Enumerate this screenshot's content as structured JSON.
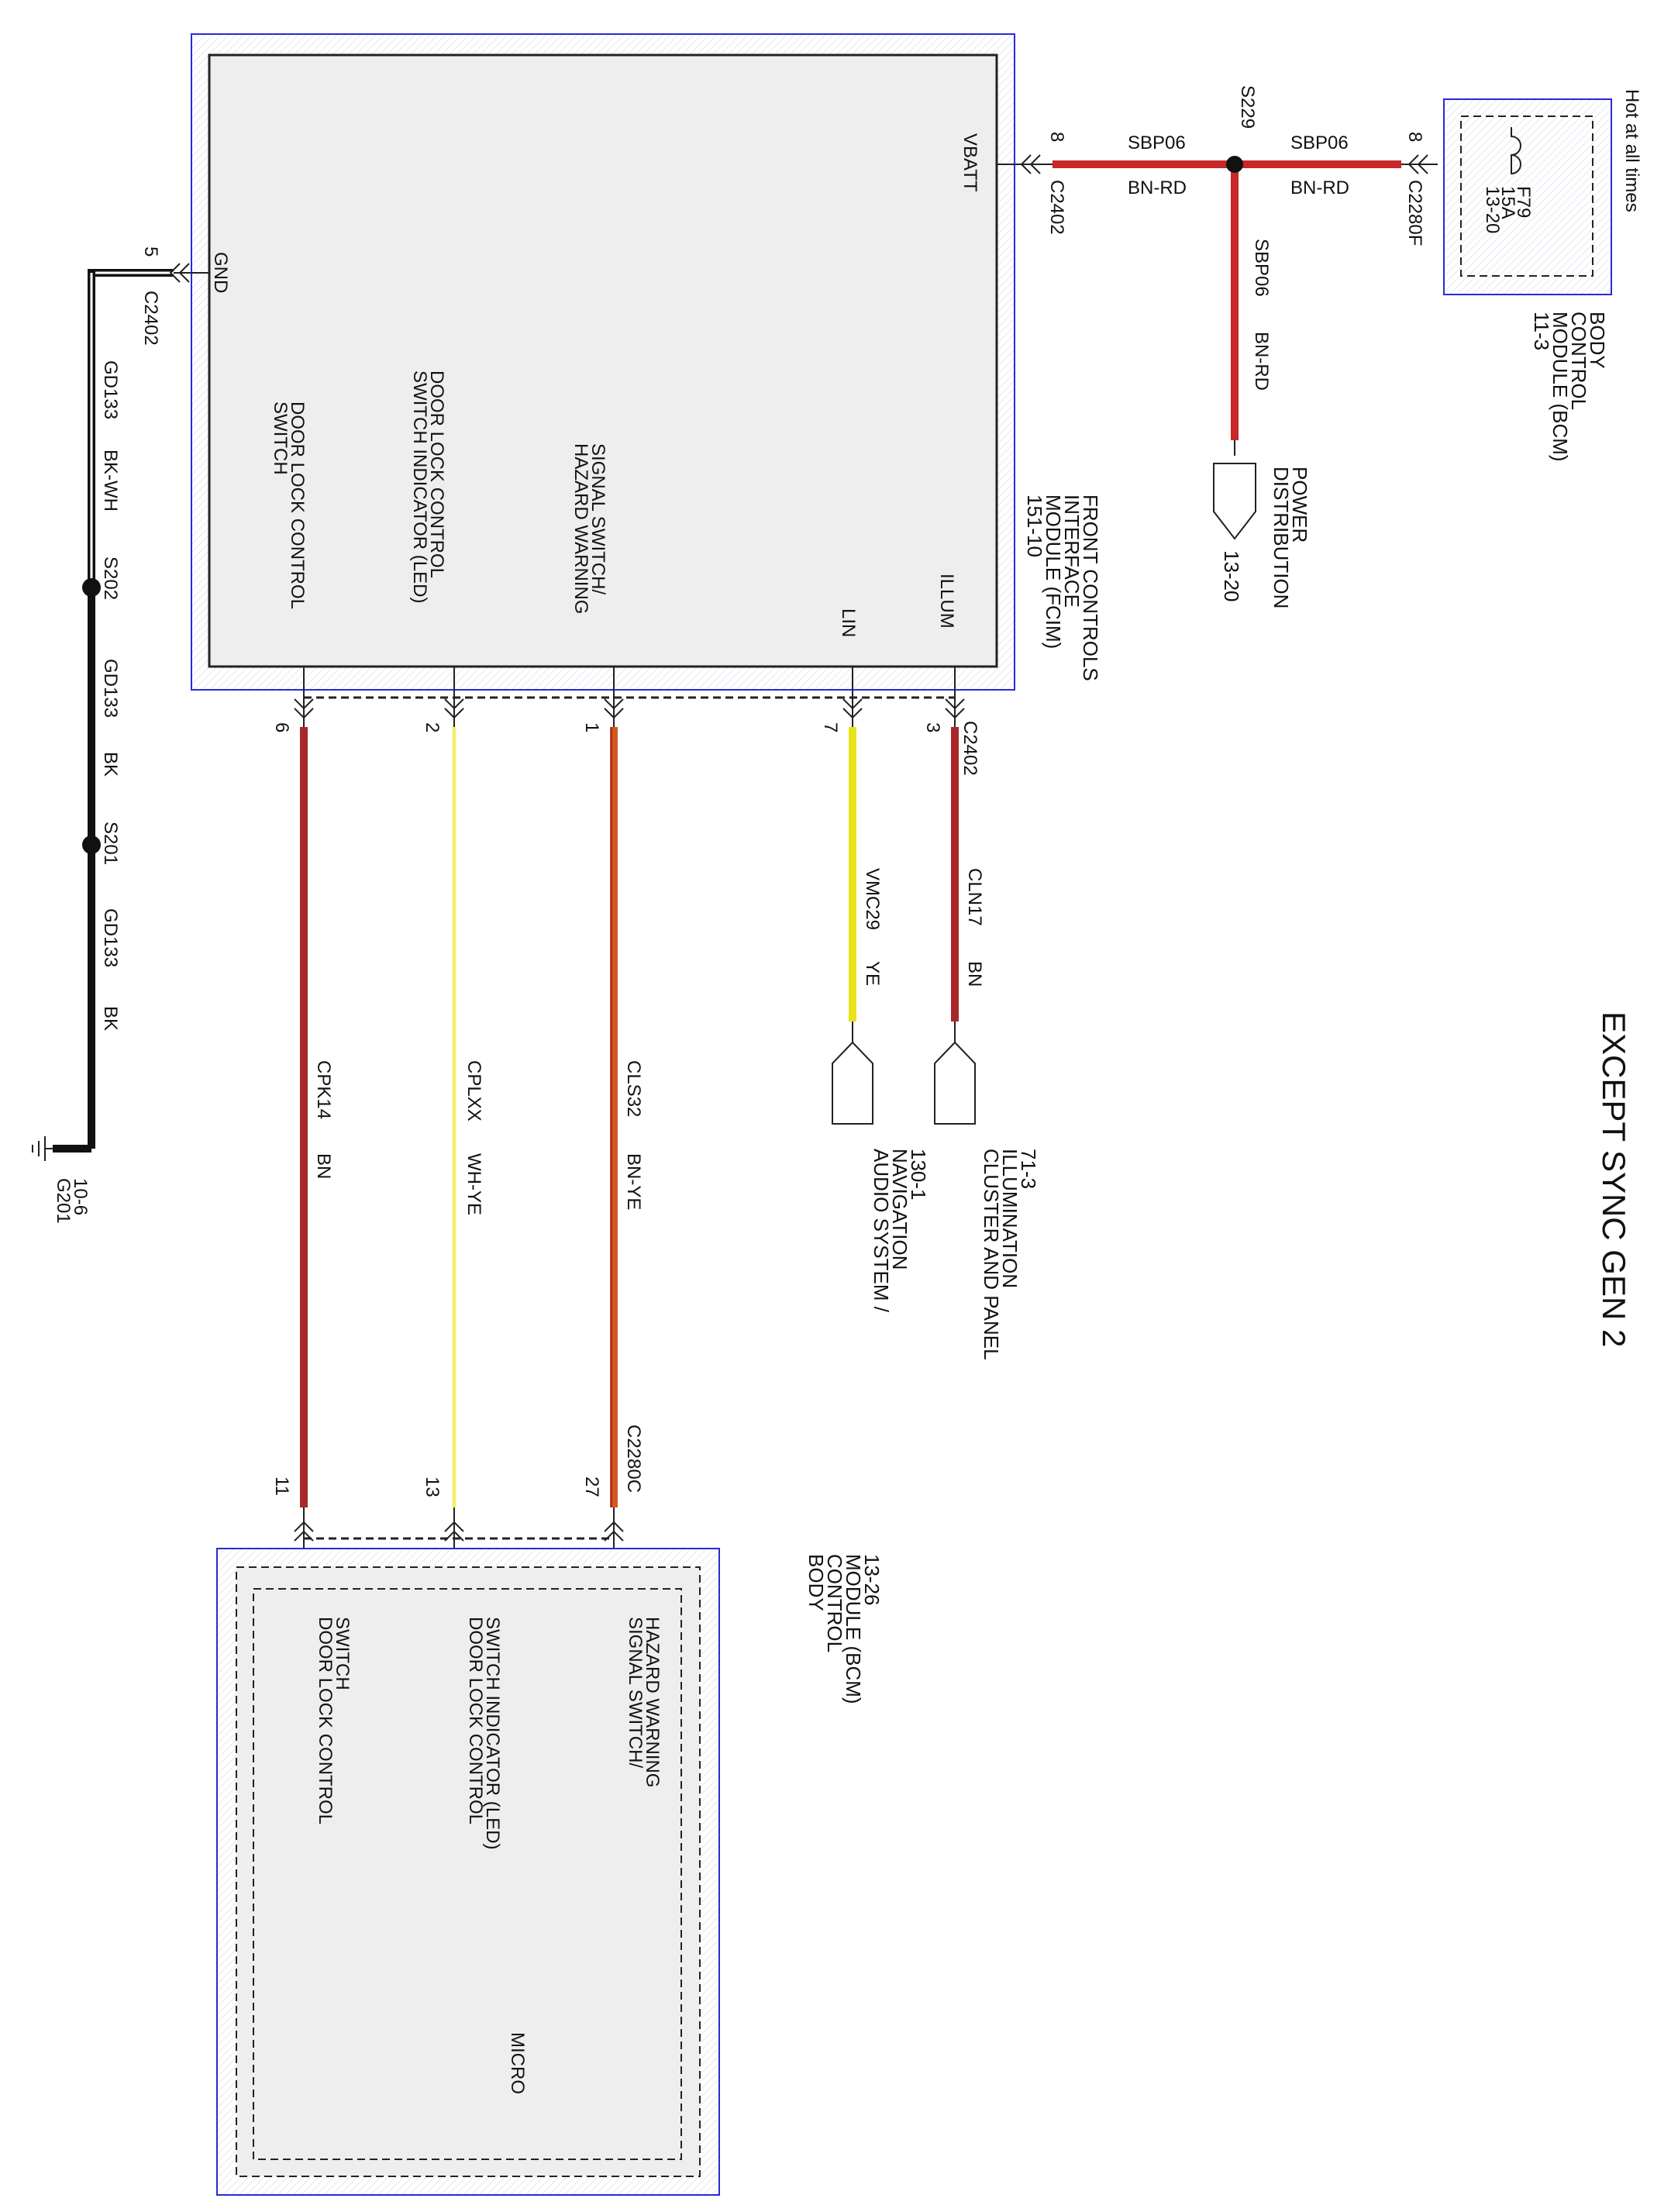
{
  "title": "EXCEPT SYNC GEN 2",
  "colors": {
    "module_border": "#2a2ad8",
    "module_fill": "#eeeeee",
    "BN": "#a8292c",
    "BN-RD": "#c72828",
    "BN-YE": "#d35a20",
    "YE": "#e7e21a",
    "WH-YE": "#f2ef70",
    "BK": "#111111"
  },
  "fcim": {
    "name": [
      "FRONT CONTROLS",
      "INTERFACE",
      "MODULE (FCIM)",
      "151-10"
    ],
    "pins": {
      "vbatt": "VBATT",
      "gnd": "GND",
      "illum": "ILLUM",
      "lin": "LIN",
      "signal": [
        "SIGNAL SWITCH/",
        "HAZARD WARNING"
      ],
      "led": [
        "DOOR LOCK CONTROL",
        "SWITCH INDICATOR (LED)"
      ],
      "door": [
        "DOOR LOCK CONTROL",
        "SWITCH"
      ]
    }
  },
  "bcm_top": {
    "name": [
      "BODY",
      "CONTROL",
      "MODULE (BCM)",
      "11-3"
    ],
    "hot": "Hot at all times",
    "fuse": [
      "F79",
      "15A",
      "13-20"
    ]
  },
  "bcm_bottom": {
    "name": [
      "BODY",
      "CONTROL",
      "MODULE (BCM)",
      "13-26"
    ],
    "pins": {
      "signal": [
        "SIGNAL SWITCH/",
        "HAZARD WARNING"
      ],
      "led": [
        "DOOR LOCK CONTROL",
        "SWITCH INDICATOR (LED)"
      ],
      "door": [
        "DOOR LOCK CONTROL",
        "SWITCH"
      ]
    },
    "micro": "MICRO"
  },
  "power": {
    "pin_fcim": "8",
    "conn_fcim": "C2402",
    "pin_bcm": "8",
    "conn_bcm": "C2280F",
    "splice": "S229",
    "circuit": "SBP06",
    "color": "BN-RD",
    "branch_circuit": "SBP06",
    "branch_color": "BN-RD",
    "dest": [
      "POWER",
      "DISTRIBUTION",
      "13-20"
    ]
  },
  "ground": {
    "pin": "5",
    "conn": "C2402",
    "seg1": {
      "circuit": "GD133",
      "color": "BK-WH"
    },
    "s1": "S202",
    "seg2": {
      "circuit": "GD133",
      "color": "BK"
    },
    "s2": "S201",
    "seg3": {
      "circuit": "GD133",
      "color": "BK"
    },
    "gname": "G201",
    "gref": "10-6"
  },
  "signals": {
    "conn_top": "C2402",
    "conn_bottom": "C2280C",
    "illum": {
      "pin": "3",
      "circuit": "CLN17",
      "color": "BN",
      "dest": [
        "CLUSTER AND PANEL",
        "ILLUMINATION",
        "71-3"
      ]
    },
    "lin": {
      "pin": "7",
      "circuit": "VMC29",
      "color": "YE",
      "dest": [
        "AUDIO SYSTEM /",
        "NAVIGATION",
        "130-1"
      ]
    },
    "signal": {
      "pin_top": "1",
      "pin_bottom": "27",
      "circuit": "CLS32",
      "color": "BN-YE"
    },
    "led": {
      "pin_top": "2",
      "pin_bottom": "13",
      "circuit": "CPLXX",
      "color": "WH-YE"
    },
    "door": {
      "pin_top": "6",
      "pin_bottom": "11",
      "circuit": "CPK14",
      "color": "BN"
    }
  }
}
